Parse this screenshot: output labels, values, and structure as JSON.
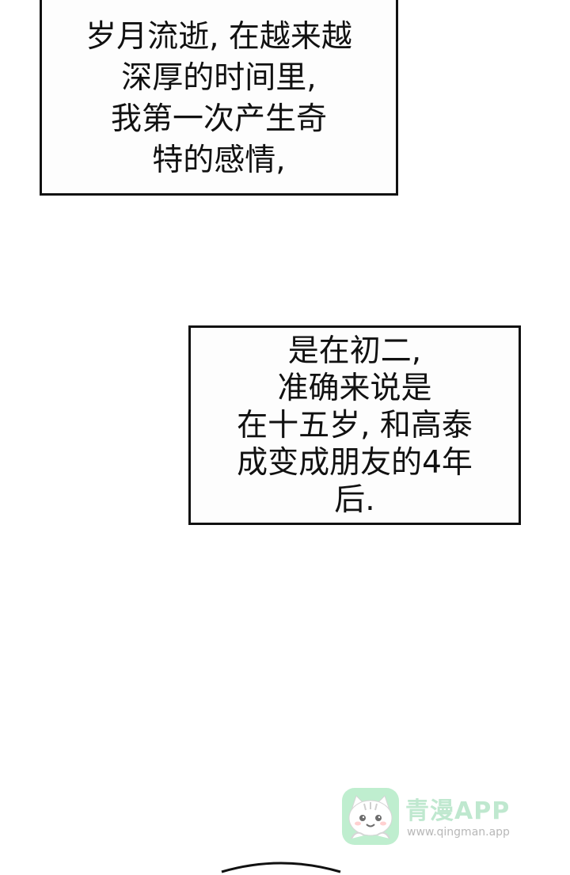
{
  "captions": [
    {
      "lines": [
        "岁月流逝, 在越来越",
        "深厚的时间里,",
        "我第一次产生奇",
        "特的感情,"
      ]
    },
    {
      "lines": [
        "是在初二,",
        "准确来说是",
        "在十五岁, 和高泰",
        "成变成朋友的4年",
        "后."
      ]
    }
  ],
  "watermark": {
    "title": "青漫APP",
    "url": "www.qingman.app",
    "logo_icon": "cat-face-icon",
    "accent_color": "#9fe0b8"
  }
}
